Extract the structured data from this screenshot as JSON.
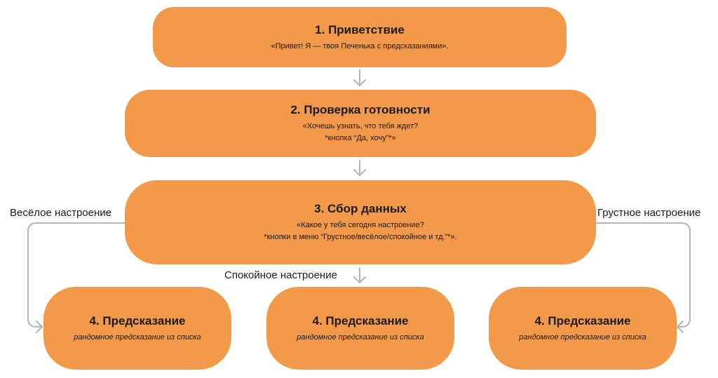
{
  "nodes": {
    "greeting": {
      "title": "1. Приветствие",
      "lines": [
        "«Привет! Я — твоя Печенька с предсказаниями»."
      ]
    },
    "readiness": {
      "title": "2. Проверка готовности",
      "lines": [
        "«Хочешь узнать, что тебя ждет?",
        "*кнопка “Да, хочу”*»"
      ]
    },
    "data_collection": {
      "title": "3. Сбор данных",
      "lines": [
        "«Какое у тебя сегодня настроение?",
        "*кнопки в меню “Грустное/весёлое/спокойное и тд.”*»."
      ]
    },
    "predictions": [
      {
        "title": "4. Предсказание",
        "subtitle": "рандомное предсказание из списка"
      },
      {
        "title": "4. Предсказание",
        "subtitle": "рандомное предсказание из списка"
      },
      {
        "title": "4. Предсказание",
        "subtitle": "рандомное предсказание из списка"
      }
    ]
  },
  "edge_labels": {
    "happy": "Весёлое настроение",
    "calm": "Спокойное настроение",
    "sad": "Грустное настроение"
  },
  "colors": {
    "node_fill": "#f39a4a",
    "connector": "#b3b3b3"
  }
}
